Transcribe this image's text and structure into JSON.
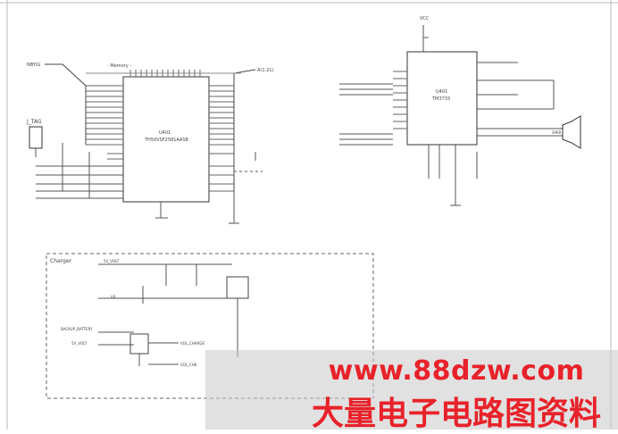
{
  "left_block": {
    "net_nbyig": "NBYIG",
    "net_a21": "A(1:21)",
    "memory_label": "- Memory -",
    "ref": "U401",
    "part": "TH50VSF2581AASB",
    "jtag": "J_TAG"
  },
  "right_block": {
    "ref": "U401",
    "part": "TM3733",
    "top_net": "VCC",
    "speaker_label": "SPKR"
  },
  "charger": {
    "title": "Charger",
    "net_5v_volt": "5V_VOLT",
    "net_vil": "VIL",
    "net_backup": "BACKUP_BATTERY",
    "net_5v_volt2": "5V_VOLT",
    "net_vol_charge": "VOL_CHARGE",
    "net_vol_chk": "VOL_CHK"
  },
  "watermark": {
    "url": "www.88dzw.com",
    "text": "大量电子电路图资料"
  }
}
